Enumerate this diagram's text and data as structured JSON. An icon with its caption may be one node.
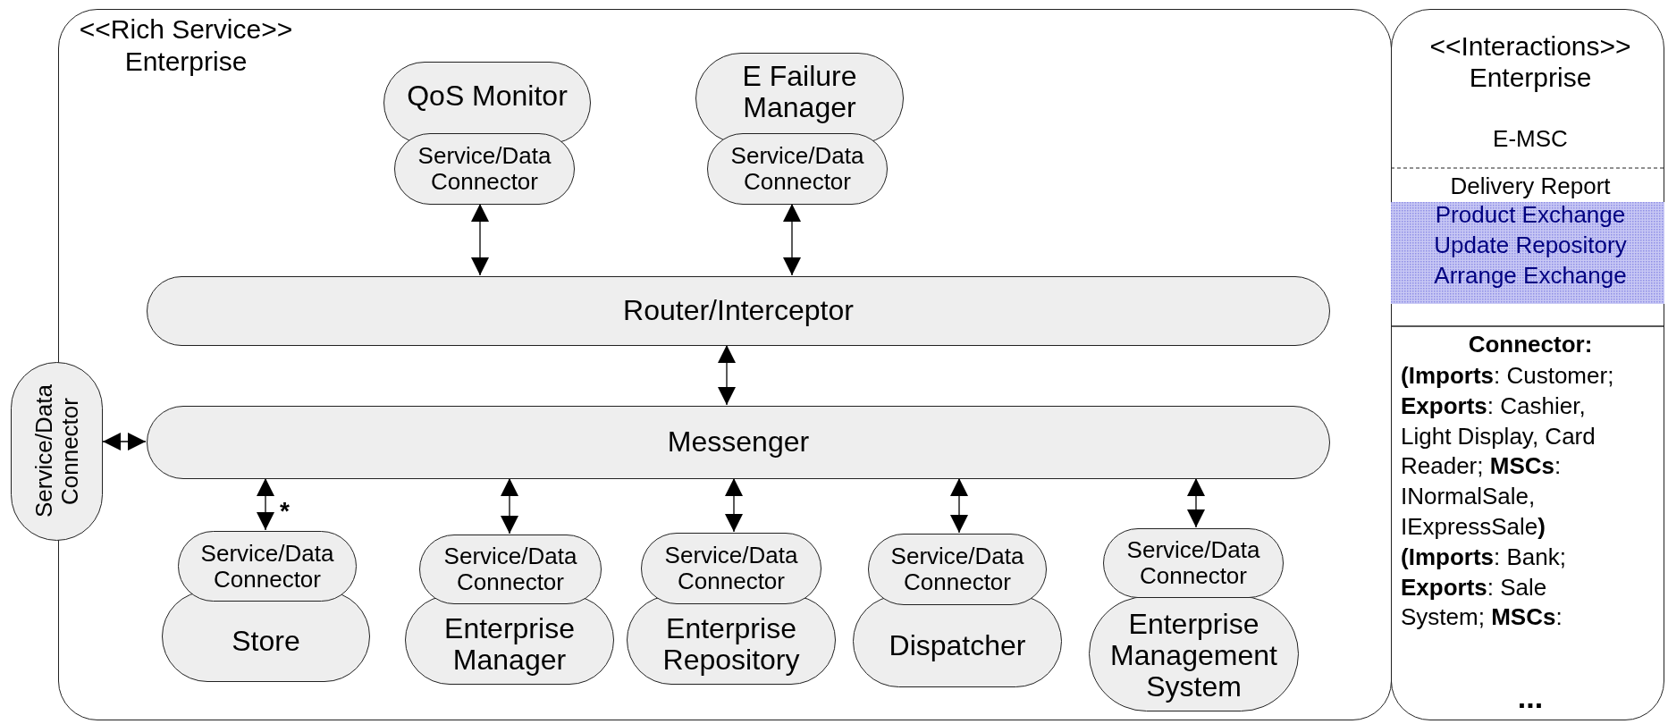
{
  "diagram": {
    "nodes": [
      {
        "text": [
          "<<Rich Service>> Enterprise"
        ]
      },
      {
        "text": [
          "<<Interactions>> Enterprise",
          "E-MSC",
          "Delivery Report",
          "Product Exchange",
          "Update Repository",
          "Arrange Exchange",
          "Connector:",
          "**(Imports**: Customer; **Exports**: Cashier, Light Display, Card Reader; **MSCs**: INormalSale, IExpressSale**)** **(Imports**: Bank; **Exports**: Sale System; **MSCs**:",
          "..."
        ]
      },
      {
        "text": [
          "Service/Data Connector"
        ]
      },
      {
        "text": [
          "QoS Monitor"
        ],
        "in": 0
      },
      {
        "text": [
          "Service/Data Connector"
        ],
        "in": 0
      },
      {
        "text": [
          "E Failure Manager"
        ],
        "in": 0
      },
      {
        "text": [
          "Service/Data Connector"
        ],
        "in": 0
      },
      {
        "text": [
          "Router/Interceptor"
        ],
        "in": 0
      },
      {
        "text": [
          "Messenger"
        ],
        "in": 0
      },
      {
        "text": [
          "Service/Data Connector"
        ],
        "in": 0
      },
      {
        "text": [
          "Store"
        ],
        "in": 0
      },
      {
        "text": [
          "Service/Data Connector"
        ],
        "in": 0
      },
      {
        "text": [
          "Enterprise Manager"
        ],
        "in": 0
      },
      {
        "text": [
          "Service/Data Connector"
        ],
        "in": 0
      },
      {
        "text": [
          "Enterprise Repository"
        ],
        "in": 0
      },
      {
        "text": [
          "Service/Data Connector"
        ],
        "in": 0
      },
      {
        "text": [
          "Dispatcher"
        ],
        "in": 0
      },
      {
        "text": [
          "Service/Data Connector"
        ],
        "in": 0
      },
      {
        "text": [
          "Enterprise Management System"
        ],
        "in": 0
      }
    ],
    "edges": [
      {
        "from": 4,
        "to": 7,
        "arrow": "both"
      },
      {
        "from": 6,
        "to": 7,
        "arrow": "both"
      },
      {
        "from": 7,
        "to": 8,
        "arrow": "both"
      },
      {
        "from": 2,
        "to": 8,
        "arrow": "both"
      },
      {
        "from": 8,
        "to": 9,
        "arrow": "both",
        "label": "*"
      },
      {
        "from": 8,
        "to": 11,
        "arrow": "both"
      },
      {
        "from": 8,
        "to": 13,
        "arrow": "both"
      },
      {
        "from": 8,
        "to": 15,
        "arrow": "both"
      },
      {
        "from": 8,
        "to": 17,
        "arrow": "both"
      }
    ]
  }
}
